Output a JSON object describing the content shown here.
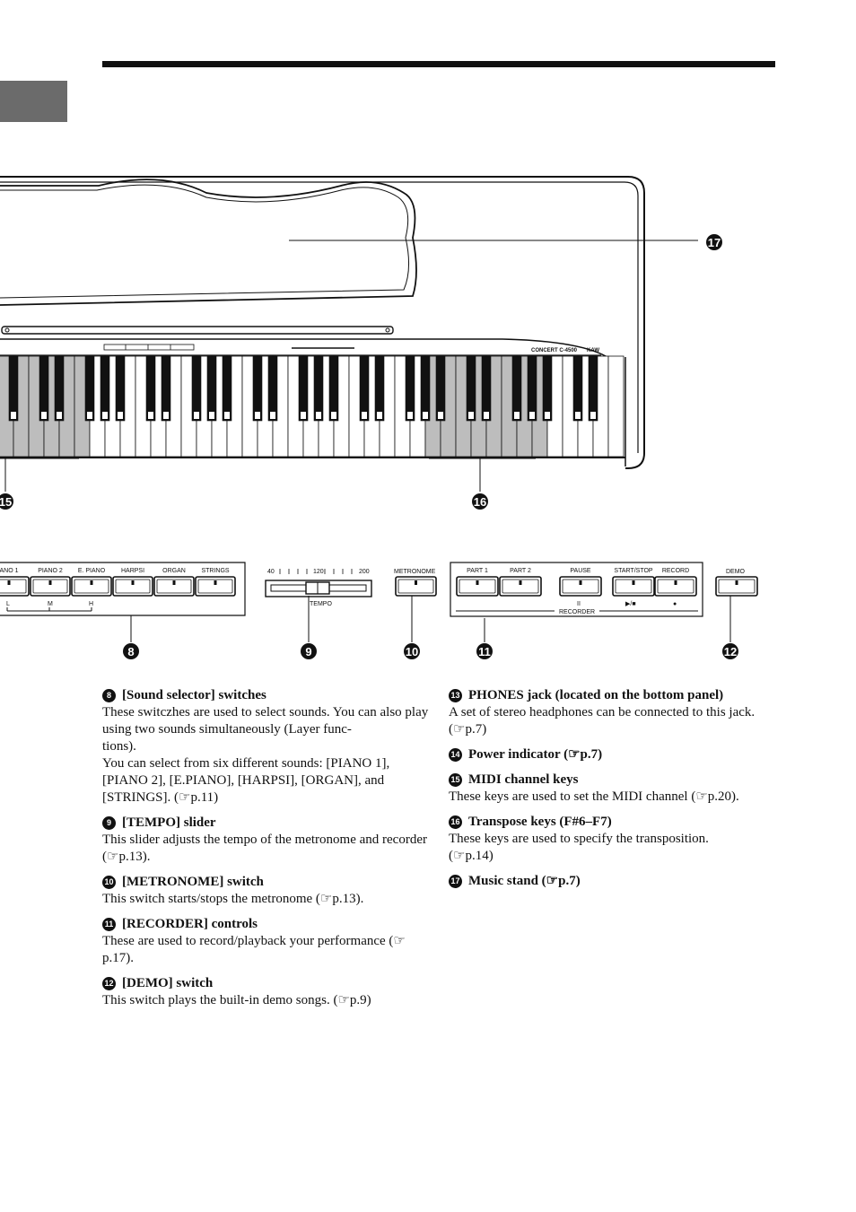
{
  "callouts": {
    "c8": "8",
    "c9": "9",
    "c10": "10",
    "c11": "11",
    "c12": "12",
    "c15": "15",
    "c16": "16",
    "c17": "17"
  },
  "piano": {
    "model_label": "CONCERT C-4500",
    "brand_label": "KAW"
  },
  "panel": {
    "sound_buttons": [
      "ANO 1",
      "PIANO 2",
      "E. PIANO",
      "HARPSI",
      "ORGAN",
      "STRINGS"
    ],
    "sound_scale": [
      "L",
      "M",
      "H"
    ],
    "tempo_ticks": [
      "40",
      "120",
      "200"
    ],
    "tempo_label": "TEMPO",
    "metronome_label": "METRONOME",
    "recorder_buttons": [
      "PART 1",
      "PART 2",
      "PAUSE",
      "START/STOP",
      "RECORD"
    ],
    "recorder_symbols": [
      "II",
      "▶/■",
      "●"
    ],
    "recorder_label": "RECORDER",
    "demo_label": "DEMO"
  },
  "descriptions": {
    "left": [
      {
        "num": "8",
        "title": "[Sound selector] switches",
        "body": "These switczhes are used to select sounds. You can also play using two sounds simultaneously (Layer func-\ntions).\nYou can select from six different sounds: [PIANO 1], [PIANO 2], [E.PIANO], [HARPSI], [ORGAN], and [STRINGS]. (☞p.11)"
      },
      {
        "num": "9",
        "title": "[TEMPO] slider",
        "body": "This slider adjusts the tempo of the metronome and recorder (☞p.13)."
      },
      {
        "num": "10",
        "title": "[METRONOME] switch",
        "body": "This switch starts/stops the metronome (☞p.13)."
      },
      {
        "num": "11",
        "title": "[RECORDER] controls",
        "body": "These are used to record/playback your performance (☞p.17)."
      },
      {
        "num": "12",
        "title": "[DEMO] switch",
        "body": "This switch plays the built-in demo songs. (☞p.9)"
      }
    ],
    "right": [
      {
        "num": "13",
        "title": "PHONES jack (located on the bottom panel)",
        "body": "A set of stereo headphones can be connected to this jack. (☞p.7)"
      },
      {
        "num": "14",
        "title": "Power indicator (☞p.7)",
        "body": ""
      },
      {
        "num": "15",
        "title": "MIDI channel keys",
        "body": "These keys are used to set the MIDI channel (☞p.20)."
      },
      {
        "num": "16",
        "title": "Transpose keys (F#6–F7)",
        "body": "These keys are used to specify the transposition.\n(☞p.14)"
      },
      {
        "num": "17",
        "title": "Music stand (☞p.7)",
        "body": ""
      }
    ]
  }
}
